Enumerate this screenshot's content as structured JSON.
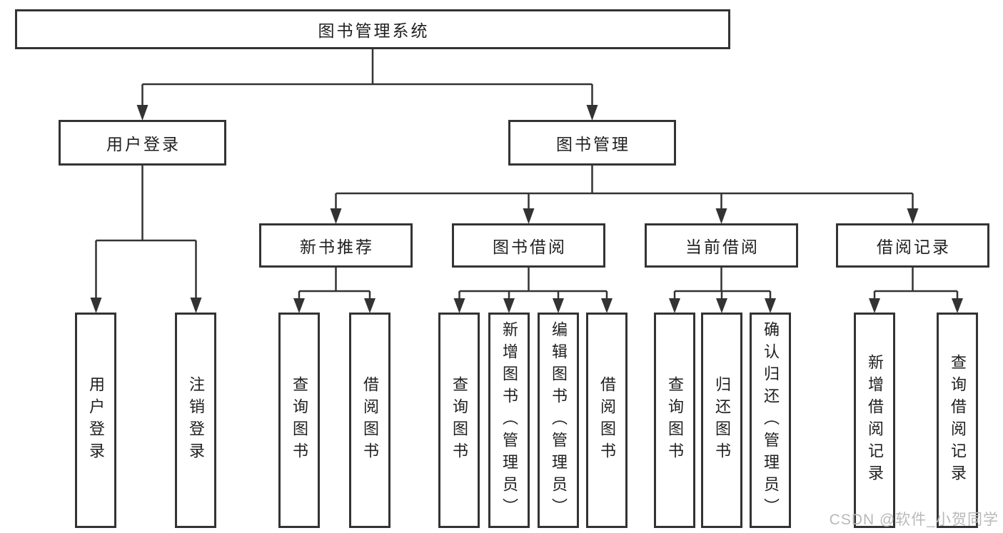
{
  "colors": {
    "line": "#333333",
    "box_background": "#ffffff",
    "text": "#1f1f1f",
    "watermark": "#b9b9b9"
  },
  "watermark": {
    "text": "CSDN @软件_小贺同学"
  },
  "tree": {
    "root": {
      "label": "图书管理系统",
      "children": [
        {
          "label": "用户登录",
          "children": [
            {
              "label": "用户登录"
            },
            {
              "label": "注销登录"
            }
          ]
        },
        {
          "label": "图书管理",
          "children": [
            {
              "label": "新书推荐",
              "children": [
                {
                  "label": "查询图书"
                },
                {
                  "label": "借阅图书"
                }
              ]
            },
            {
              "label": "图书借阅",
              "children": [
                {
                  "label": "查询图书"
                },
                {
                  "label": "新增图书（管理员）"
                },
                {
                  "label": "编辑图书（管理员）"
                },
                {
                  "label": "借阅图书"
                }
              ]
            },
            {
              "label": "当前借阅",
              "children": [
                {
                  "label": "查询图书"
                },
                {
                  "label": "归还图书"
                },
                {
                  "label": "确认归还（管理员）"
                }
              ]
            },
            {
              "label": "借阅记录",
              "children": [
                {
                  "label": "新增借阅记录"
                },
                {
                  "label": "查询借阅记录"
                }
              ]
            }
          ]
        }
      ]
    }
  }
}
